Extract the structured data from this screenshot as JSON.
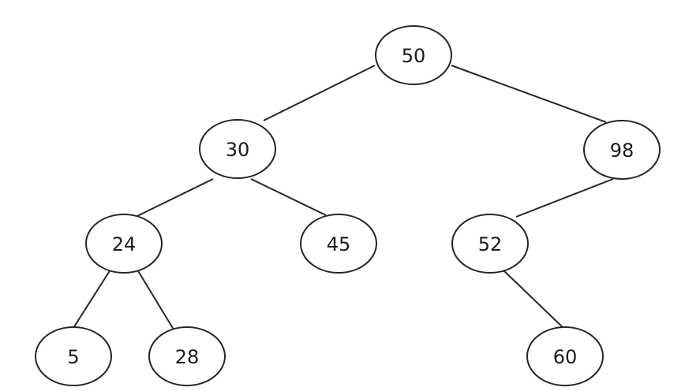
{
  "tree": {
    "nodes": [
      {
        "id": "n50",
        "label": "50"
      },
      {
        "id": "n30",
        "label": "30"
      },
      {
        "id": "n98",
        "label": "98"
      },
      {
        "id": "n24",
        "label": "24"
      },
      {
        "id": "n45",
        "label": "45"
      },
      {
        "id": "n52",
        "label": "52"
      },
      {
        "id": "n5",
        "label": "5"
      },
      {
        "id": "n28",
        "label": "28"
      },
      {
        "id": "n60",
        "label": "60"
      }
    ],
    "edges": [
      {
        "from": "n50",
        "to": "n30"
      },
      {
        "from": "n50",
        "to": "n98"
      },
      {
        "from": "n30",
        "to": "n24"
      },
      {
        "from": "n30",
        "to": "n45"
      },
      {
        "from": "n98",
        "to": "n52"
      },
      {
        "from": "n24",
        "to": "n5"
      },
      {
        "from": "n24",
        "to": "n28"
      },
      {
        "from": "n52",
        "to": "n60"
      }
    ]
  }
}
